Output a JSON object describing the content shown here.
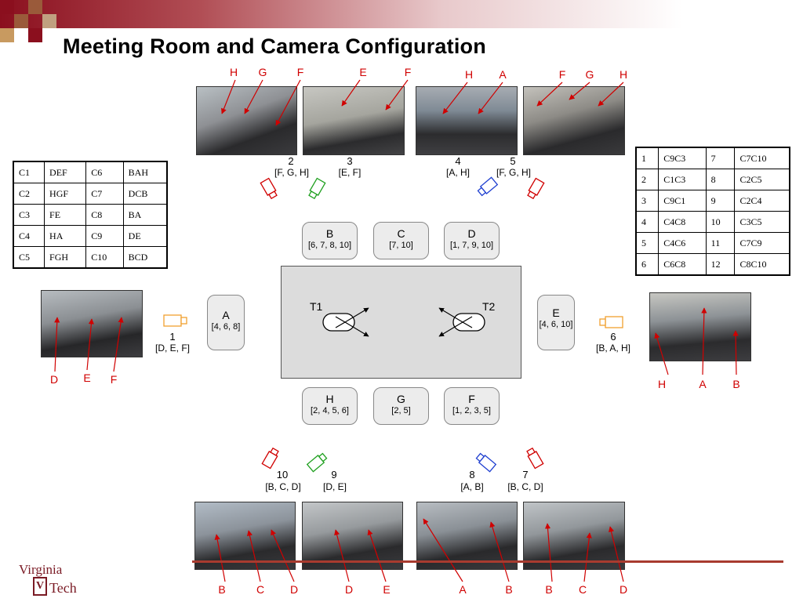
{
  "title": "Meeting Room and Camera Configuration",
  "logo": {
    "text_top": "Virginia",
    "text_bottom": "Tech",
    "icon": "virginia-tech-logo"
  },
  "colors": {
    "red": "#d00000",
    "green": "#20a020",
    "blue": "#2040d0",
    "orange": "#f0a030",
    "brand": "#8b0f1e"
  },
  "cameras": [
    {
      "id": "1",
      "sees": "[D, E, F]"
    },
    {
      "id": "2",
      "sees": "[F, G, H]"
    },
    {
      "id": "3",
      "sees": "[E, F]"
    },
    {
      "id": "4",
      "sees": "[A, H]"
    },
    {
      "id": "5",
      "sees": "[F, G, H]"
    },
    {
      "id": "6",
      "sees": "[B, A, H]"
    },
    {
      "id": "7",
      "sees": "[B, C, D]"
    },
    {
      "id": "8",
      "sees": "[A, B]"
    },
    {
      "id": "9",
      "sees": "[D, E]"
    },
    {
      "id": "10",
      "sees": "[B, C, D]"
    }
  ],
  "seats": [
    {
      "label": "A",
      "cams": "[4, 6, 8]"
    },
    {
      "label": "B",
      "cams": "[6, 7, 8, 10]"
    },
    {
      "label": "C",
      "cams": "[7, 10]"
    },
    {
      "label": "D",
      "cams": "[1, 7, 9, 10]"
    },
    {
      "label": "E",
      "cams": "[4, 6, 10]"
    },
    {
      "label": "F",
      "cams": "[1, 2, 3, 5]"
    },
    {
      "label": "G",
      "cams": "[2, 5]"
    },
    {
      "label": "H",
      "cams": "[2, 4, 5, 6]"
    }
  ],
  "table_labels": {
    "t1": "T1",
    "t2": "T2"
  },
  "photo_labels": {
    "top1": [
      "H",
      "G",
      "F"
    ],
    "top2": [
      "E",
      "F"
    ],
    "top3": [
      "H",
      "A"
    ],
    "top4": [
      "F",
      "G",
      "H"
    ],
    "left": [
      "D",
      "E",
      "F"
    ],
    "right": [
      "H",
      "A",
      "B"
    ],
    "bot1": [
      "B",
      "C",
      "D"
    ],
    "bot2": [
      "D",
      "E"
    ],
    "bot3": [
      "A",
      "B"
    ],
    "bot4": [
      "B",
      "C",
      "D"
    ]
  },
  "left_table": [
    [
      "C1",
      "DEF",
      "C6",
      "BAH"
    ],
    [
      "C2",
      "HGF",
      "C7",
      "DCB"
    ],
    [
      "C3",
      "FE",
      "C8",
      "BA"
    ],
    [
      "C4",
      "HA",
      "C9",
      "DE"
    ],
    [
      "C5",
      "FGH",
      "C10",
      "BCD"
    ]
  ],
  "right_table": [
    [
      "1",
      "C9C3",
      "7",
      "C7C10"
    ],
    [
      "2",
      "C1C3",
      "8",
      "C2C5"
    ],
    [
      "3",
      "C9C1",
      "9",
      "C2C4"
    ],
    [
      "4",
      "C4C8",
      "10",
      "C3C5"
    ],
    [
      "5",
      "C4C6",
      "11",
      "C7C9"
    ],
    [
      "6",
      "C6C8",
      "12",
      "C8C10"
    ]
  ]
}
